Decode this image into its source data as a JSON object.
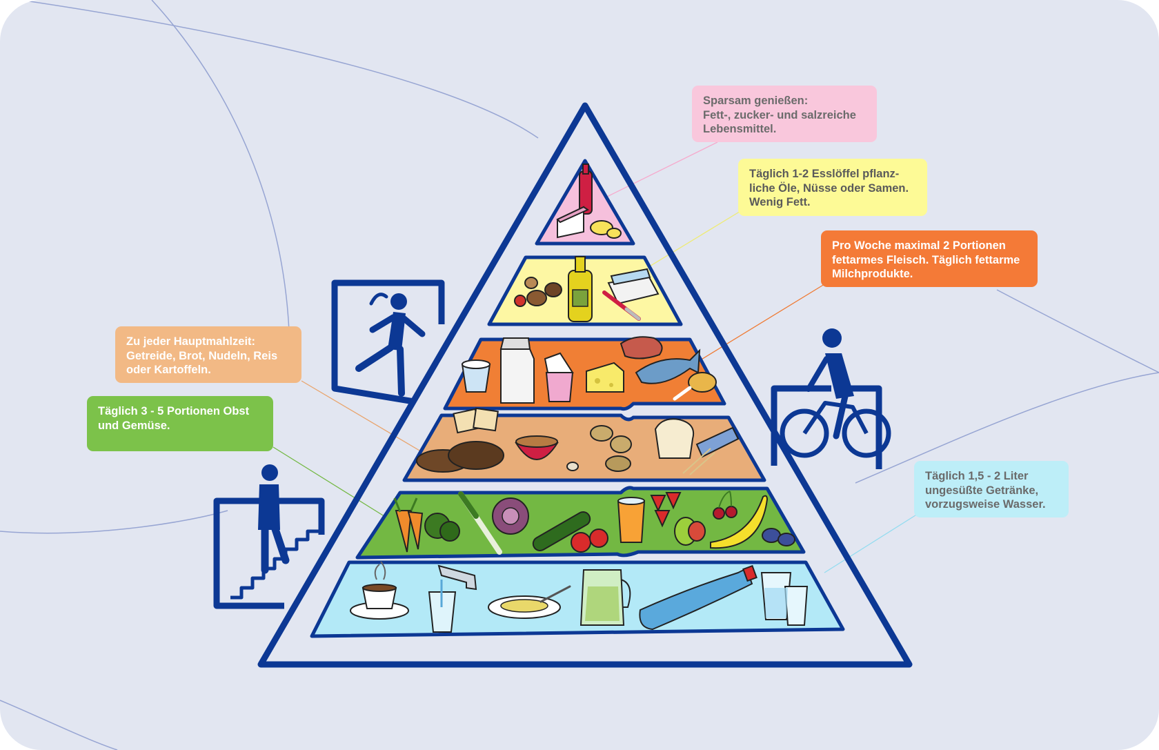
{
  "title": "",
  "colors": {
    "background": "#e2e6f1",
    "pyramid_outline": "#0c3894",
    "tier_sweets": "#f6c0dc",
    "tier_oils": "#fdf7a3",
    "tier_meat_dairy": "#f07f35",
    "tier_grains": "#e8ad79",
    "tier_vegetables_fruit": "#73b843",
    "tier_drinks": "#b3e9f7"
  },
  "pyramid_tiers": [
    {
      "name": "sweets",
      "icons": [
        "soda-bottle-icon",
        "cake-icon",
        "chips-icon"
      ]
    },
    {
      "name": "oils",
      "icons": [
        "nuts-icon",
        "oil-bottle-icon",
        "butter-dish-icon",
        "knife-icon"
      ]
    },
    {
      "name": "meat-dairy",
      "icons": [
        "yogurt-icon",
        "milk-carton-icon",
        "cheese-icon",
        "meat-icon",
        "fish-icon",
        "chicken-leg-icon"
      ]
    },
    {
      "name": "grains",
      "icons": [
        "crackers-icon",
        "bread-icon",
        "cereal-bowl-icon",
        "potatoes-icon",
        "toast-icon",
        "pasta-icon"
      ]
    },
    {
      "name": "vegetables-fruit",
      "icons": [
        "carrots-icon",
        "broccoli-icon",
        "cabbage-icon",
        "cucumber-icon",
        "tomato-icon",
        "juice-glass-icon",
        "strawberries-icon",
        "pear-icon",
        "cherries-icon",
        "banana-icon",
        "plums-icon"
      ]
    },
    {
      "name": "drinks",
      "icons": [
        "coffee-cup-icon",
        "water-tap-icon",
        "soup-plate-icon",
        "tea-pitcher-icon",
        "water-bottle-icon",
        "water-glasses-icon"
      ]
    }
  ],
  "activity_icons": [
    "runner-icon",
    "cyclist-icon",
    "stairs-climber-icon"
  ],
  "callouts": {
    "sweets": {
      "lines": [
        "Sparsam genießen:",
        "Fett-, zucker- und salzreiche",
        "Lebensmittel."
      ]
    },
    "oils": {
      "lines": [
        "Täglich 1-2 Esslöffel pflanz-",
        "liche Öle, Nüsse oder Samen.",
        "Wenig Fett."
      ]
    },
    "meat_dairy": {
      "lines": [
        "Pro Woche maximal 2 Portionen",
        "fettarmes Fleisch. Täglich fettarme",
        "Milchprodukte."
      ]
    },
    "grains": {
      "lines": [
        "Zu jeder Hauptmahlzeit:",
        "Getreide, Brot, Nudeln, Reis",
        "oder Kartoffeln."
      ]
    },
    "vegetables_fruit": {
      "lines": [
        "Täglich 3 - 5 Portionen Obst",
        "und Gemüse."
      ]
    },
    "drinks": {
      "lines": [
        "Täglich 1,5 - 2 Liter",
        "ungesüßte Getränke,",
        "vorzugsweise Wasser."
      ]
    }
  }
}
